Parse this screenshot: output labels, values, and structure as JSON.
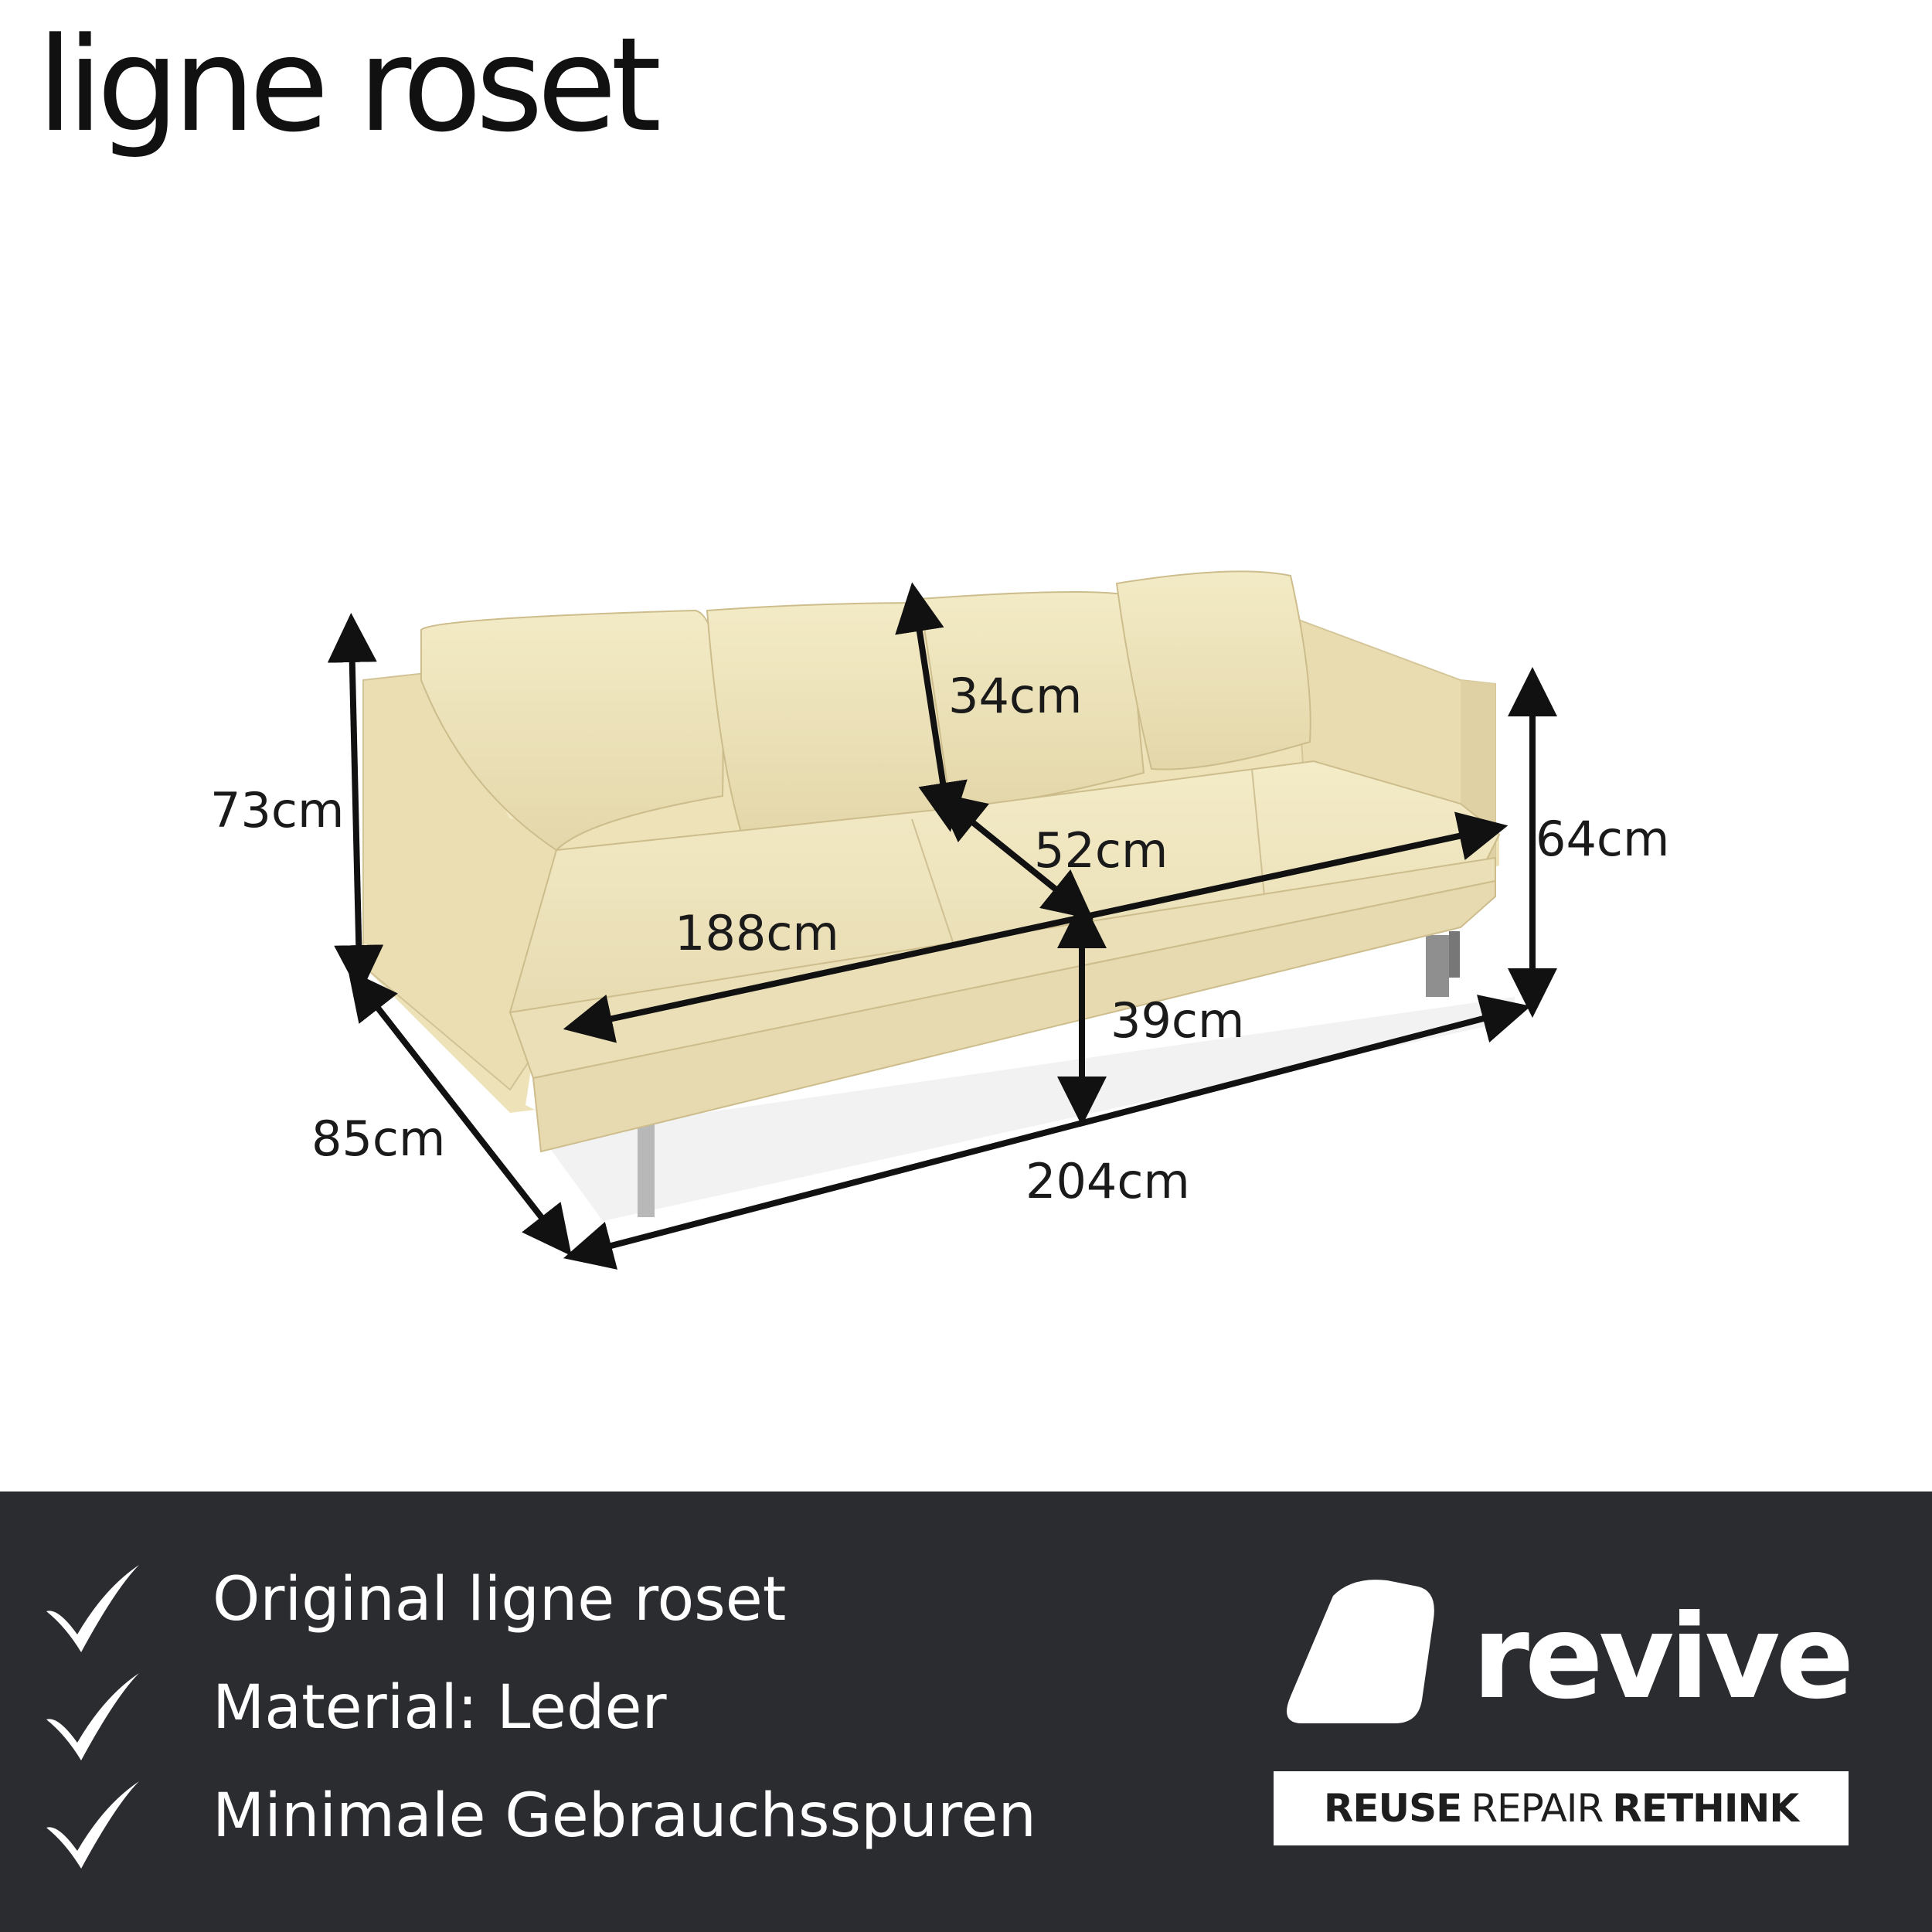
{
  "brand": {
    "logo_text": "ligne roset"
  },
  "product": {
    "dimensions": {
      "back_height": "73cm",
      "cushion_height": "34cm",
      "seat_depth": "52cm",
      "arm_height": "64cm",
      "seat_width": "188cm",
      "seat_height": "39cm",
      "depth": "85cm",
      "width": "204cm"
    }
  },
  "banner": {
    "features": [
      {
        "icon": "checkmark-icon",
        "label": "Original ligne roset"
      },
      {
        "icon": "checkmark-icon",
        "label": "Material: Leder"
      },
      {
        "icon": "checkmark-icon",
        "label": "Minimale Gebrauchsspuren"
      }
    ],
    "logo": {
      "word": "revive",
      "tagline_bold_1": "REUSE",
      "tagline_regular": "REPAIR",
      "tagline_bold_2": "RETHINK"
    }
  },
  "colors": {
    "banner_bg": "#2a2c30",
    "leather": "#efe5bd",
    "text_dark": "#1a1a1a",
    "text_light": "#ffffff"
  }
}
